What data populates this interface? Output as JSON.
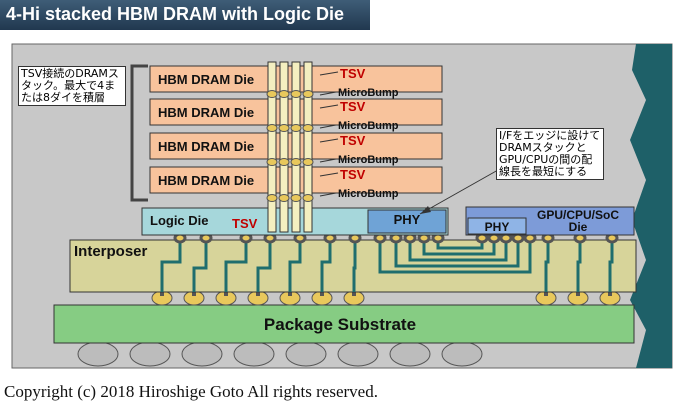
{
  "title": "4-Hi stacked HBM DRAM with Logic Die",
  "dram_die_label": "HBM DRAM Die",
  "tsv_label": "TSV",
  "microbump_label": "MicroBump",
  "logic_die_label": "Logic Die",
  "logic_tsv_label": "TSV",
  "phy_label": "PHY",
  "soc_label_line1": "GPU/CPU/SoC",
  "soc_label_line2": "Die",
  "soc_phy_label": "PHY",
  "interposer_label": "Interposer",
  "package_label": "Package Substrate",
  "note_left": "TSV接続のDRAMスタック。最大で4または8ダイを積層",
  "note_right": "I/Fをエッジに設けてDRAMスタックとGPU/CPUの間の配線長を最短にする",
  "copyright": "Copyright (c) 2018 Hiroshige Goto All rights reserved.",
  "colors": {
    "title_bar": "#2b4660",
    "background_panel": "#c8c8c8",
    "dram_die": "#f8c39c",
    "logic_die": "#a6d7db",
    "soc_die": "#7d9bd8",
    "interposer": "#d7d49a",
    "package": "#86cc83",
    "wire": "#1f6e6e",
    "tsv_text": "#c00000",
    "edge_band": "#1e6068"
  }
}
